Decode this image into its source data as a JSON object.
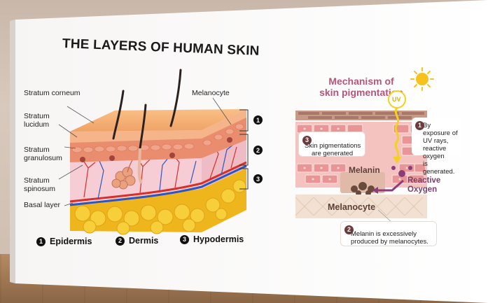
{
  "left_panel": {
    "title": "THE LAYERS OF HUMAN SKIN",
    "labels": {
      "stratum_corneum": "Stratum corneum",
      "stratum_lucidum_1": "Stratum",
      "stratum_lucidum_2": "lucidum",
      "stratum_granulosum_1": "Stratum",
      "stratum_granulosum_2": "granulosum",
      "stratum_spinosum_1": "Stratum",
      "stratum_spinosum_2": "spinosum",
      "basal_layer": "Basal layer",
      "melanocyte": "Melanocyte"
    },
    "layer_numbers": [
      "1",
      "2",
      "3"
    ],
    "legend": [
      {
        "num": "1",
        "label": "Epidermis"
      },
      {
        "num": "2",
        "label": "Dermis"
      },
      {
        "num": "3",
        "label": "Hypodermis"
      }
    ]
  },
  "right_panel": {
    "title_line1": "Mechanism of",
    "title_line2": "skin pigmentation",
    "uv_label": "UV",
    "callouts": [
      {
        "num": "1",
        "lines": [
          "By exposure of",
          "UV rays,",
          "reactive oxygen",
          "is generated."
        ]
      },
      {
        "num": "2",
        "lines": [
          "Melanin is excessively",
          "produced by melanocytes."
        ]
      },
      {
        "num": "3",
        "lines": [
          "Skin pigmentations",
          "are generated"
        ]
      }
    ],
    "melanin": "Melanin",
    "reactive_oxygen_1": "Reactive",
    "reactive_oxygen_2": "Oxygen",
    "melanocyte": "Melanocyte"
  },
  "colors": {
    "title_pink": "#b2567a",
    "skin_top": "#f1a86a",
    "dermis_pink": "#f4c9cf",
    "fat_yellow": "#f3c21c",
    "uv_yellow": "#f4d020",
    "brick": "#e9999a"
  }
}
